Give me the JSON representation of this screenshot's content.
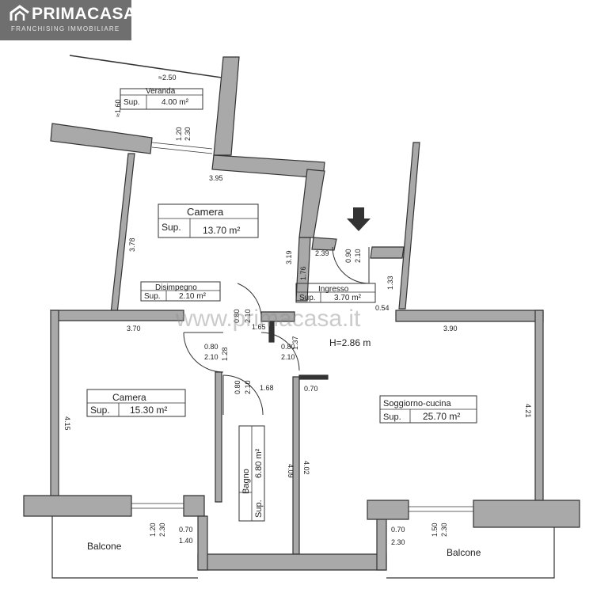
{
  "logo": {
    "brand": "PRIMACASA",
    "tagline": "FRANCHISING IMMOBILIARE"
  },
  "watermark": "www.primacasa.it",
  "height": "H=2.86 m",
  "rooms": {
    "veranda": {
      "name": "Veranda",
      "sup_label": "Sup.",
      "area": "4.00 m²"
    },
    "camera_top": {
      "name": "Camera",
      "sup_label": "Sup.",
      "area": "13.70 m²"
    },
    "disimpegno": {
      "name": "Disimpegno",
      "sup_label": "Sup.",
      "area": "2.10 m²"
    },
    "ingresso": {
      "name": "Ingresso",
      "sup_label": "Sup.",
      "area": "3.70 m²"
    },
    "camera_left": {
      "name": "Camera",
      "sup_label": "Sup.",
      "area": "15.30 m²"
    },
    "soggiorno": {
      "name": "Soggiorno-cucina",
      "sup_label": "Sup.",
      "area": "25.70 m²"
    },
    "bagno": {
      "name": "Bagno",
      "sup_label": "Sup.",
      "area": "6.80 m²"
    },
    "balcone_left": {
      "name": "Balcone"
    },
    "balcone_right": {
      "name": "Balcone"
    }
  },
  "dimensions": {
    "veranda_width": "≈2.50",
    "veranda_depth": "≈1.60",
    "veranda_door_w": "1.20",
    "veranda_door_h": "2.30",
    "camera_top_width": "3.95",
    "camera_top_depth": "3.78",
    "camera_top_right": "3.19",
    "ingresso_dim1": "1.76",
    "ingresso_dim2": "2.39",
    "entry_door_w": "0.90",
    "entry_door_h": "2.10",
    "ingresso_right": "1.33",
    "ingresso_small": "0.54",
    "dis_door_top_w": "0.80",
    "dis_door_top_h": "2.10",
    "dis_width": "1.65",
    "camera_left_width": "3.70",
    "camera_left_depth": "4.15",
    "camera_door_w": "0.80",
    "camera_door_h": "2.10",
    "dis_depth": "1.28",
    "soggiorno_door_w": "0.80",
    "soggiorno_door_h": "2.10",
    "dis_right": "1.37",
    "bagno_door_w": "0.80",
    "bagno_door_h": "2.10",
    "bagno_width": "1.68",
    "bagno_depth": "4.09",
    "kitchen_partition": "4.02",
    "partition_len": "0.70",
    "soggiorno_width": "3.90",
    "soggiorno_depth": "4.21",
    "balc_l_door_w": "1.20",
    "balc_l_door_h": "2.30",
    "bagno_win_w": "0.70",
    "bagno_win_h": "1.40",
    "kit_win_w": "0.70",
    "kit_win_h": "2.30",
    "balc_r_door_w": "1.50",
    "balc_r_door_h": "2.30"
  },
  "colors": {
    "wall": "#a9a9a9",
    "wall_stroke": "#333333",
    "logo_bg": "#6f6f6f"
  }
}
